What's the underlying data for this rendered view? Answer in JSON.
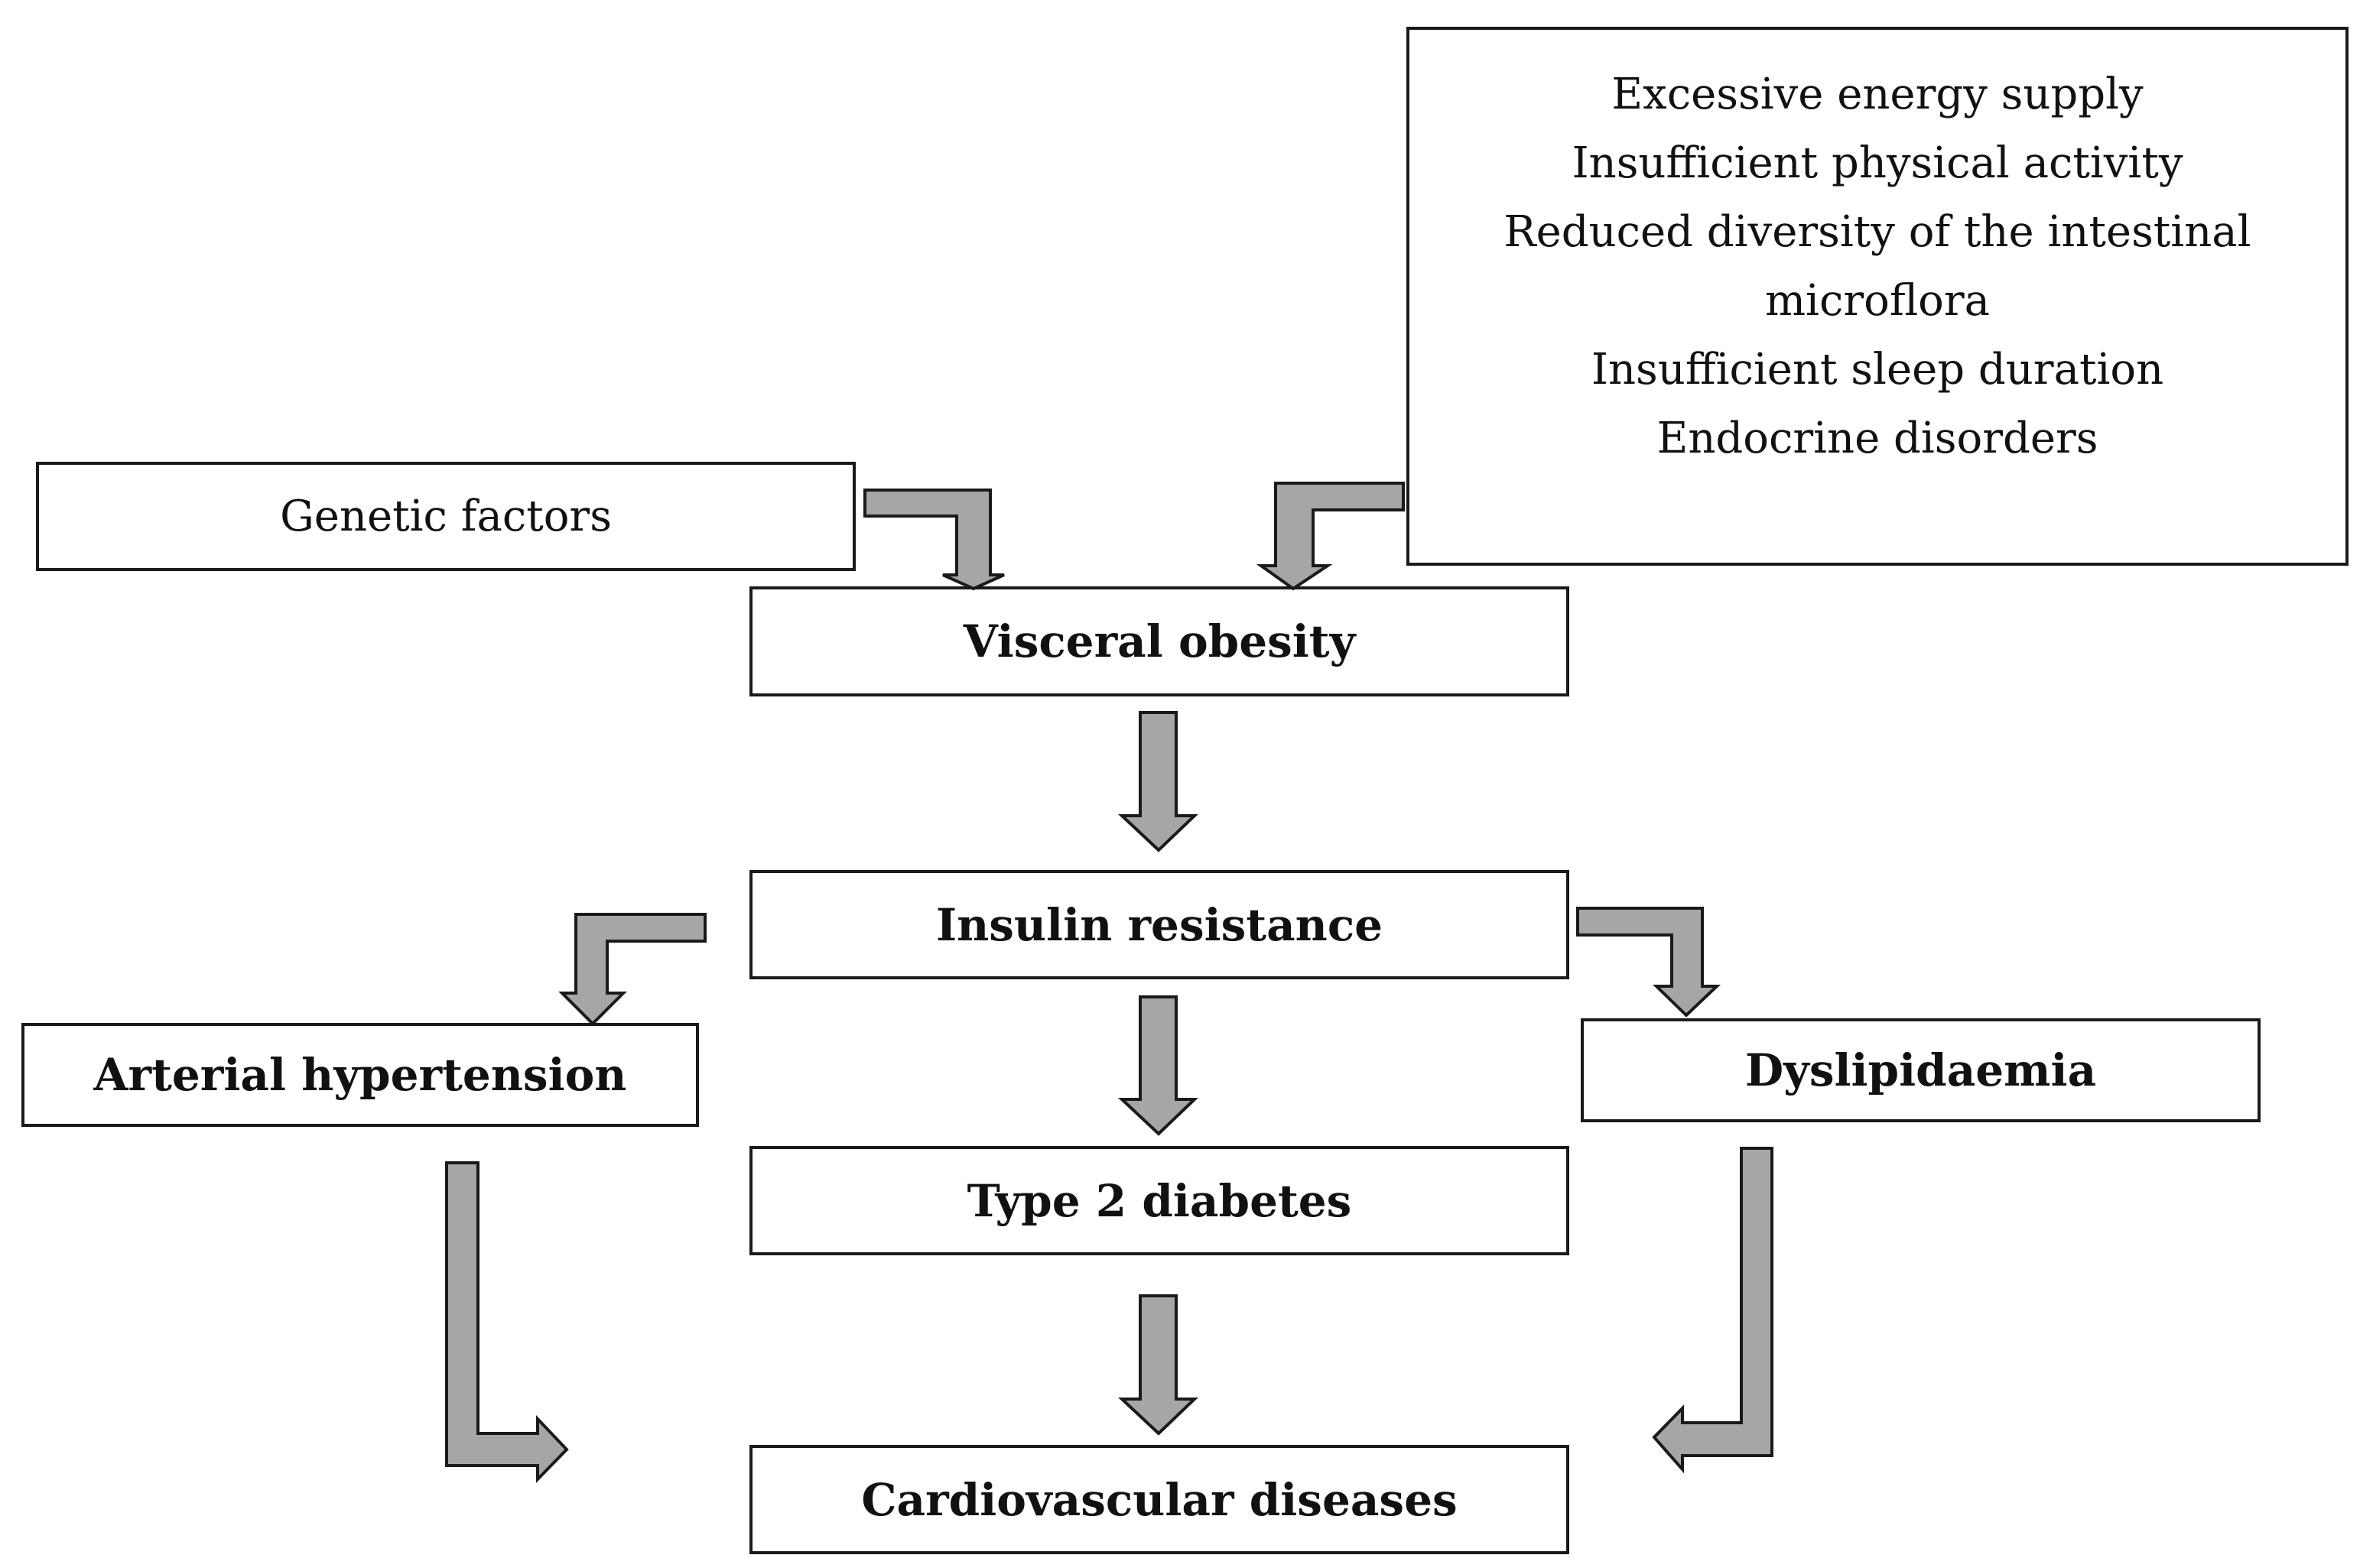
{
  "diagram": {
    "lifestyle_factors": [
      "Excessive energy supply",
      "Insufficient physical activity",
      "Reduced diversity of the intestinal",
      "microflora",
      "Insufficient sleep duration",
      "Endocrine disorders"
    ],
    "genetic_factors": "Genetic factors",
    "visceral_obesity": "Visceral obesity",
    "insulin_resistance": "Insulin resistance",
    "arterial_hypertension": "Arterial hypertension",
    "dyslipidaemia": "Dyslipidaemia",
    "type2_diabetes": "Type 2 diabetes",
    "cardiovascular_diseases": "Cardiovascular diseases"
  },
  "colors": {
    "arrow_fill": "#a6a6a6",
    "border": "#1a1a1a",
    "background": "#ffffff"
  }
}
